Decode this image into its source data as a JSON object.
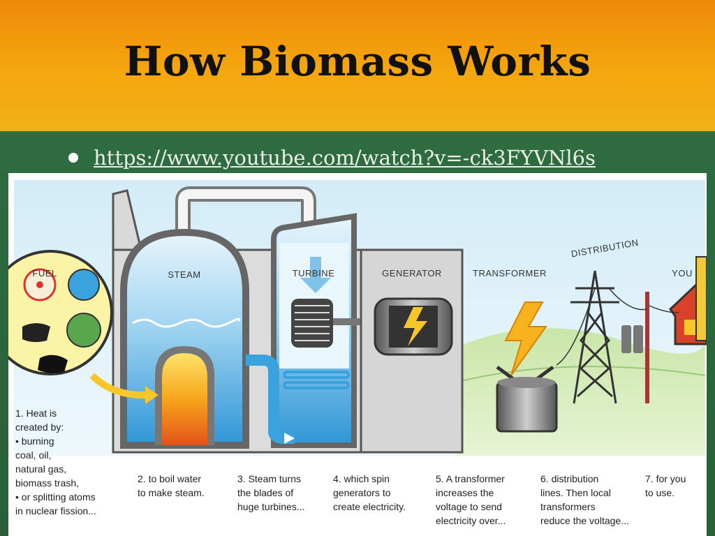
{
  "slide": {
    "title": "How Biomass Works",
    "link_text": "https://www.youtube.com/watch?v=-ck3FYVNl6s"
  },
  "diagram": {
    "labels": {
      "fuel": "FUEL",
      "steam": "STEAM",
      "turbine": "TURBINE",
      "generator": "GENERATOR",
      "transformer": "TRANSFORMER",
      "distribution": "DISTRIBUTION",
      "you": "YOU"
    },
    "captions": [
      {
        "lines": [
          "1. Heat is",
          "created by:",
          "• burning",
          "coal, oil,",
          "natural gas,",
          "biomass trash,",
          "• or splitting atoms",
          "in nuclear fission..."
        ]
      },
      {
        "lines": [
          "2. to boil water",
          "to make steam."
        ]
      },
      {
        "lines": [
          "3. Steam turns",
          "the blades of",
          "huge turbines..."
        ]
      },
      {
        "lines": [
          "4. which spin",
          "generators to",
          "create electricity."
        ]
      },
      {
        "lines": [
          "5. A transformer",
          "increases the",
          "voltage to send",
          "electricity over..."
        ]
      },
      {
        "lines": [
          "6. distribution",
          "lines. Then local",
          "transformers",
          "reduce the voltage..."
        ]
      },
      {
        "lines": [
          "7. for you",
          "to use."
        ]
      }
    ]
  },
  "colors": {
    "header_orange": "#f4a70e",
    "slide_green": "#2e6b3f",
    "sky": "#d9eef8",
    "fire": "#f7a51a",
    "water": "#3aa2dc"
  }
}
